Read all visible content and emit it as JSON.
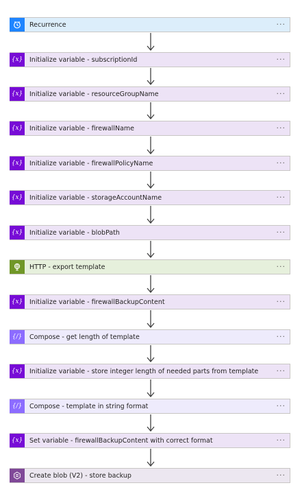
{
  "steps": [
    {
      "label": "Recurrence",
      "type": "recurrence",
      "icon": "clock-icon",
      "more": "···"
    },
    {
      "label": "Initialize variable - subscriptionId",
      "type": "variable",
      "icon": "variable-icon",
      "more": "···"
    },
    {
      "label": "Initialize variable - resourceGroupName",
      "type": "variable",
      "icon": "variable-icon",
      "more": "···"
    },
    {
      "label": "Initialize variable - firewallName",
      "type": "variable",
      "icon": "variable-icon",
      "more": "···"
    },
    {
      "label": "Initialize variable - firewallPolicyName",
      "type": "variable",
      "icon": "variable-icon",
      "more": "···"
    },
    {
      "label": "Initialize variable - storageAccountName",
      "type": "variable",
      "icon": "variable-icon",
      "more": "···"
    },
    {
      "label": "Initialize variable - blobPath",
      "type": "variable",
      "icon": "variable-icon",
      "more": "···"
    },
    {
      "label": "HTTP - export template",
      "type": "http",
      "icon": "globe-icon",
      "more": "···"
    },
    {
      "label": "Initialize variable - firewallBackupContent",
      "type": "variable",
      "icon": "variable-icon",
      "more": "···"
    },
    {
      "label": "Compose - get length of template",
      "type": "compose",
      "icon": "compose-icon",
      "more": "···"
    },
    {
      "label": "Initialize variable - store integer length of needed parts from template",
      "type": "variable",
      "icon": "variable-icon",
      "more": "···"
    },
    {
      "label": "Compose - template in string format",
      "type": "compose",
      "icon": "compose-icon",
      "more": "···"
    },
    {
      "label": "Set variable - firewallBackupContent with correct format",
      "type": "variable",
      "icon": "variable-icon",
      "more": "···"
    },
    {
      "label": "Create blob (V2) - store backup",
      "type": "blob",
      "icon": "blob-storage-icon",
      "more": "···"
    }
  ],
  "icon_text": {
    "variable": "{x}",
    "compose": "{/}"
  },
  "colors": {
    "recurrence": "#1f85ff",
    "variable": "#770bd6",
    "http": "#709727",
    "compose": "#8c6cff",
    "blob": "#804998",
    "arrow": "#404040"
  }
}
